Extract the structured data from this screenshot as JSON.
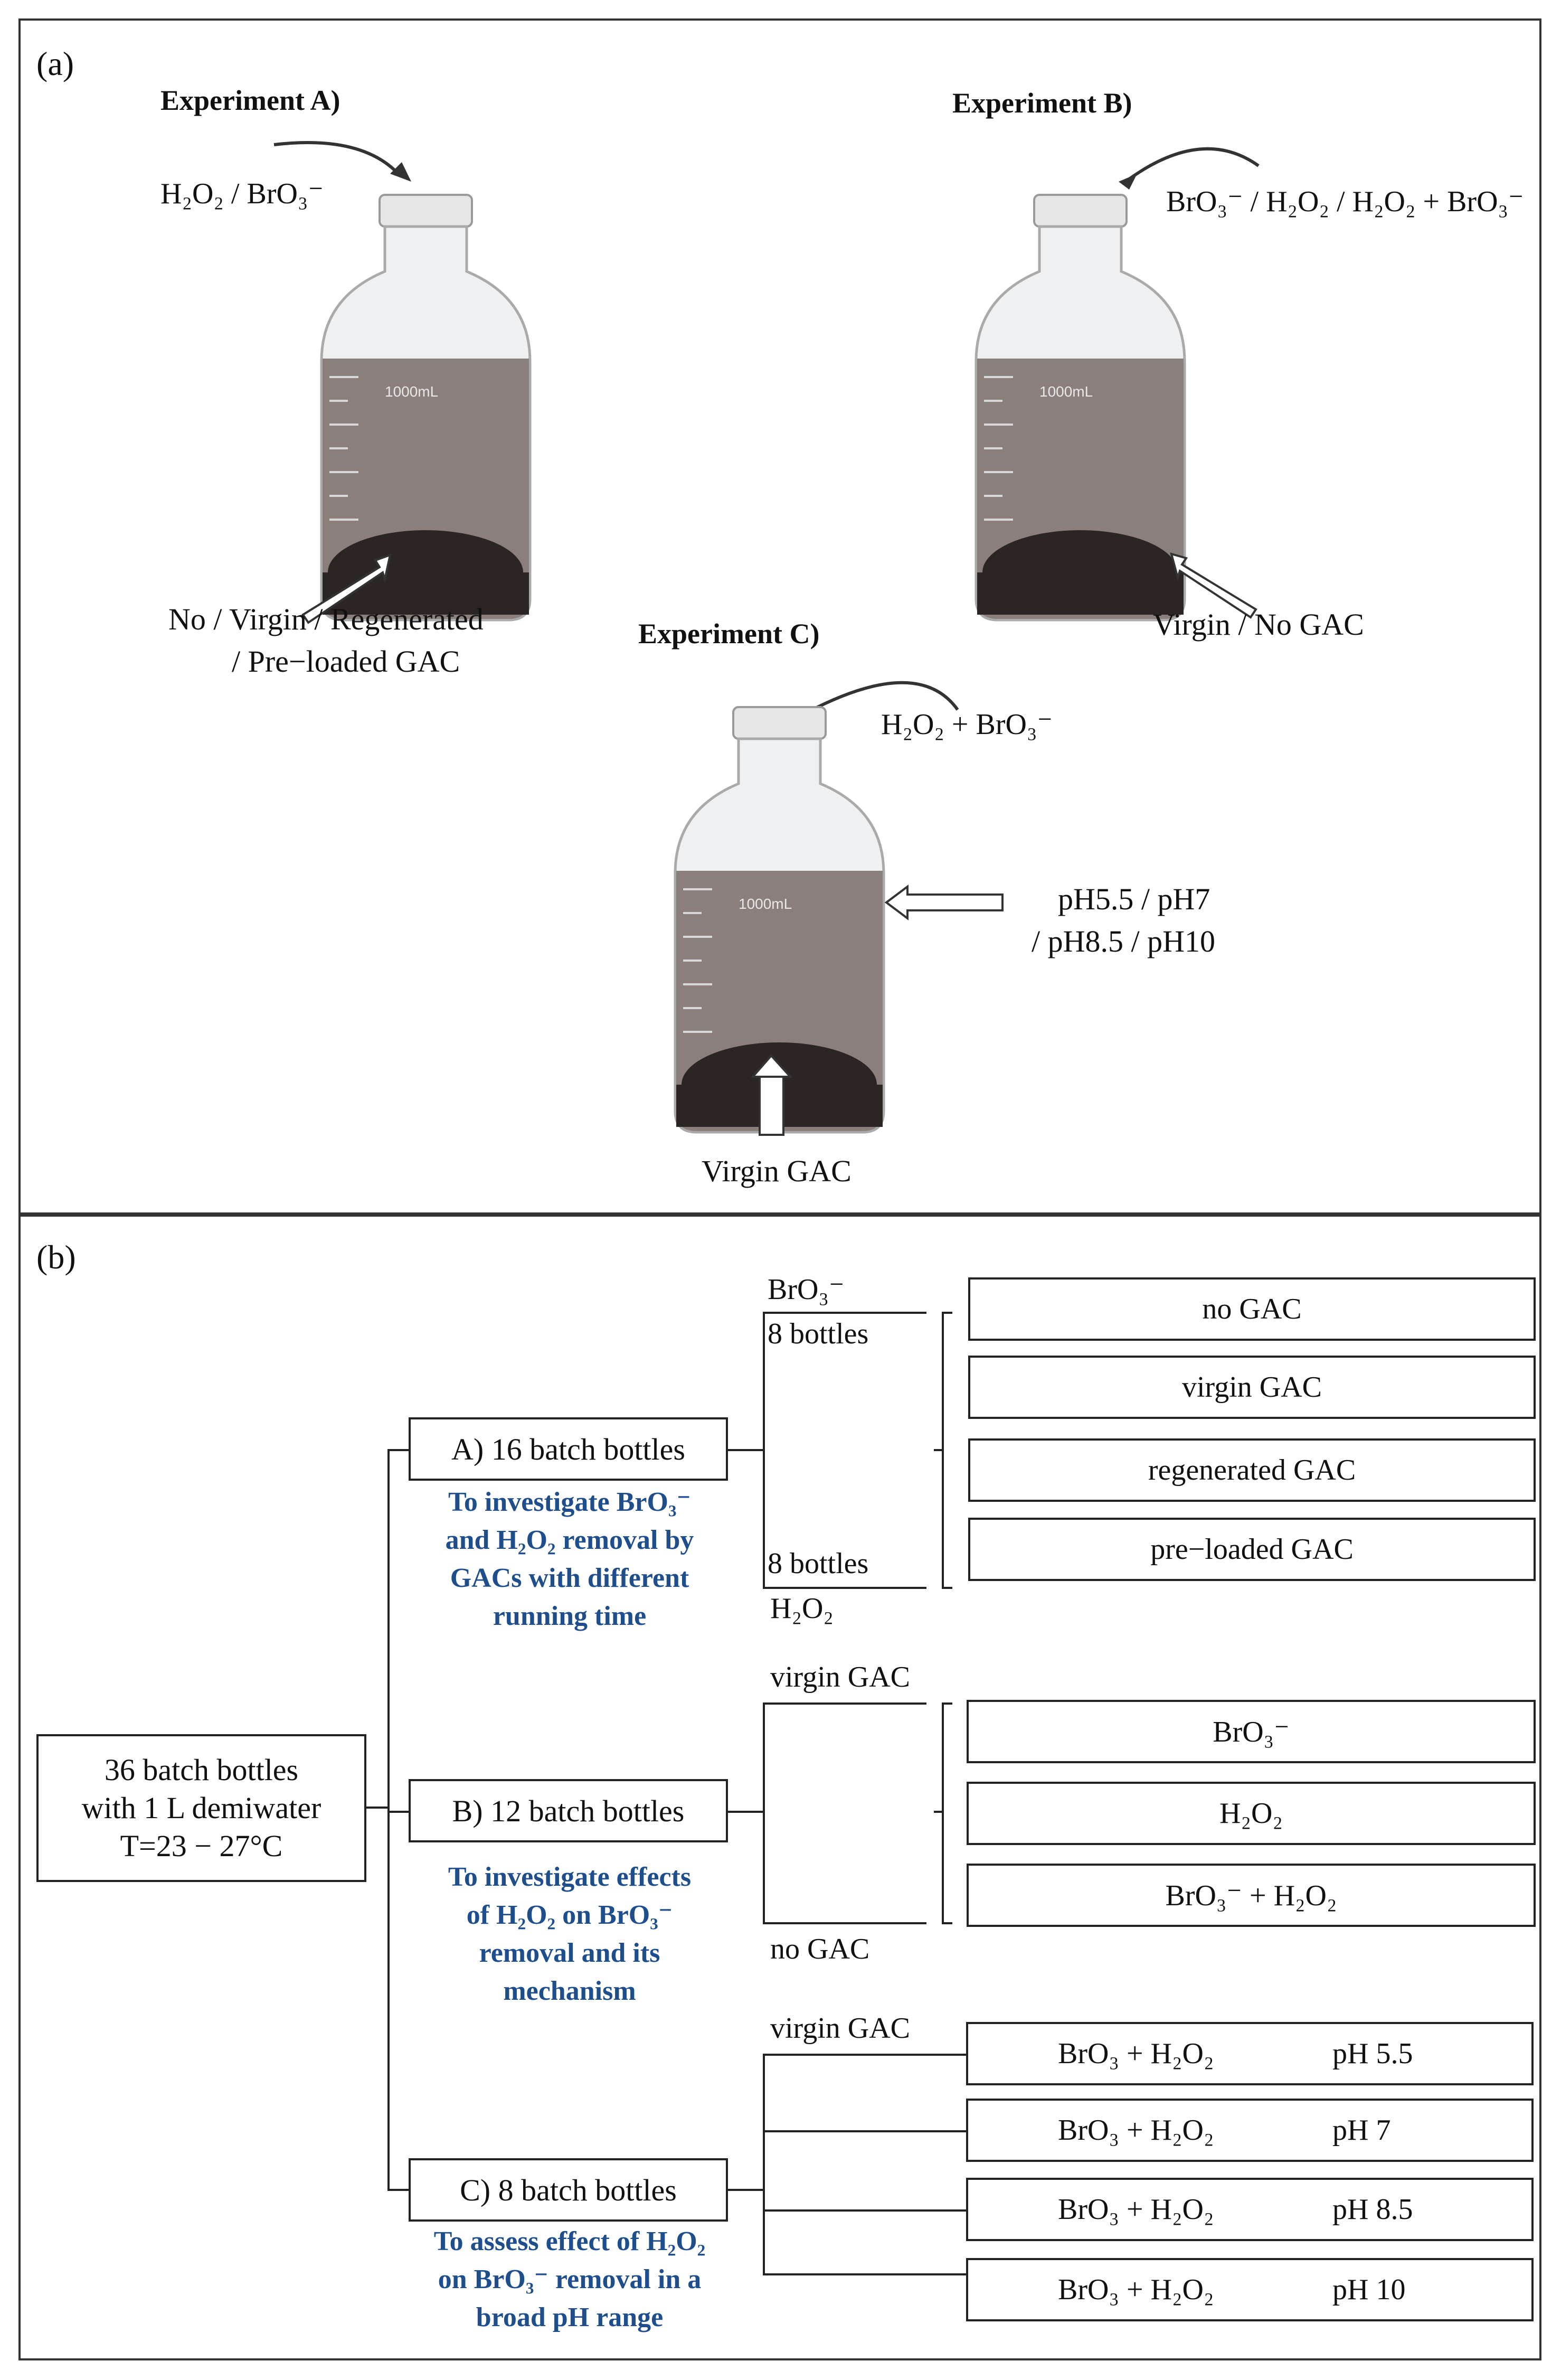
{
  "panel_a": {
    "label": "(a)",
    "experiment_a": {
      "title": "Experiment A)",
      "input": "H₂O₂ / BrO₃⁻",
      "gac_line1": "No / Virgin / Regenerated",
      "gac_line2": "/ Pre−loaded GAC",
      "bottle_mark": "1000mL"
    },
    "experiment_b": {
      "title": "Experiment B)",
      "input": "BrO₃⁻ / H₂O₂ / H₂O₂ + BrO₃⁻",
      "gac": "Virgin / No GAC",
      "bottle_mark": "1000mL"
    },
    "experiment_c": {
      "title": "Experiment C)",
      "input": "H₂O₂ + BrO₃⁻",
      "ph_line1": "pH5.5 / pH7",
      "ph_line2": "/ pH8.5 / pH10",
      "gac": "Virgin GAC",
      "bottle_mark": "1000mL"
    }
  },
  "panel_b": {
    "label": "(b)",
    "root": {
      "line1": "36 batch bottles",
      "line2": "with 1 L demiwater",
      "line3": "T=23 − 27°C"
    },
    "branch_a": {
      "label": "A) 16 batch bottles",
      "objective": [
        "To investigate BrO₃⁻",
        "and H₂O₂ removal by",
        "GACs with different",
        "running time"
      ],
      "upper_top": "BrO₃⁻",
      "upper_bottom": "8 bottles",
      "lower_top": "8 bottles",
      "lower_bottom": "H₂O₂",
      "leaves": [
        "no GAC",
        "virgin GAC",
        "regenerated GAC",
        "pre−loaded GAC"
      ]
    },
    "branch_b": {
      "label": "B) 12 batch bottles",
      "objective": [
        "To investigate effects",
        "of H₂O₂ on BrO₃⁻",
        "removal and its",
        "mechanism"
      ],
      "upper": "virgin GAC",
      "lower": "no GAC",
      "leaves": [
        "BrO₃⁻",
        "H₂O₂",
        "BrO₃⁻ + H₂O₂"
      ]
    },
    "branch_c": {
      "label": "C) 8 batch bottles",
      "objective": [
        "To assess effect of H₂O₂",
        "on BrO₃⁻ removal in a",
        "broad pH range"
      ],
      "upper": "virgin GAC",
      "leaves": [
        {
          "mix": "BrO₃ + H₂O₂",
          "ph": "pH 5.5"
        },
        {
          "mix": "BrO₃ + H₂O₂",
          "ph": "pH 7"
        },
        {
          "mix": "BrO₃ + H₂O₂",
          "ph": "pH 8.5"
        },
        {
          "mix": "BrO₃ + H₂O₂",
          "ph": "pH 10"
        }
      ]
    }
  }
}
